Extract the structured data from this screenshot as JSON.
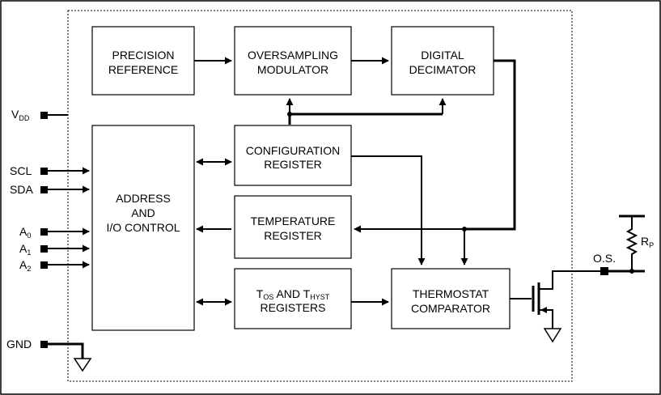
{
  "blocks": {
    "precision_reference": [
      "PRECISION",
      "REFERENCE"
    ],
    "oversampling_modulator": [
      "OVERSAMPLING",
      "MODULATOR"
    ],
    "digital_decimator": [
      "DIGITAL",
      "DECIMATOR"
    ],
    "address_io_control": [
      "ADDRESS",
      "AND",
      "I/O CONTROL"
    ],
    "configuration_register": [
      "CONFIGURATION",
      "REGISTER"
    ],
    "temperature_register": [
      "TEMPERATURE",
      "REGISTER"
    ],
    "tos_thyst_registers": {
      "line1_t": "T",
      "line1_os_sub": "OS",
      "line1_and": " AND T",
      "line1_hyst_sub": "HYST",
      "line2": "REGISTERS"
    },
    "thermostat_comparator": [
      "THERMOSTAT",
      "COMPARATOR"
    ]
  },
  "pins": {
    "vdd": {
      "main": "V",
      "sub": "DD"
    },
    "scl": "SCL",
    "sda": "SDA",
    "a0": {
      "main": "A",
      "sub": "0"
    },
    "a1": {
      "main": "A",
      "sub": "1"
    },
    "a2": {
      "main": "A",
      "sub": "2"
    },
    "gnd": "GND",
    "os": "O.S.",
    "rp": {
      "main": "R",
      "sub": "P"
    }
  }
}
